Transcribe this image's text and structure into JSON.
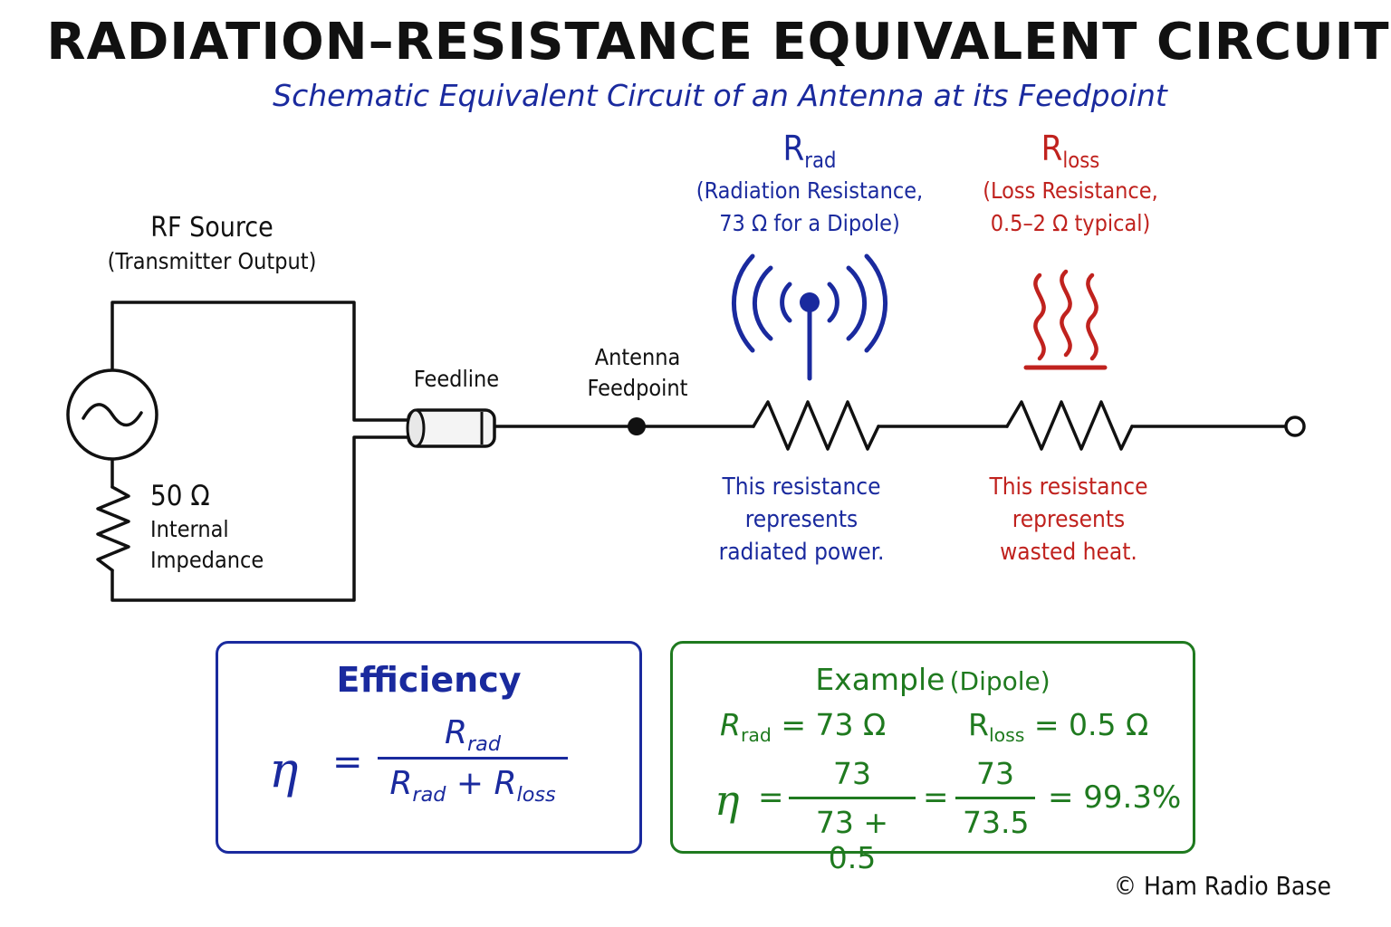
{
  "title": "RADIATION–RESISTANCE EQUIVALENT CIRCUIT",
  "subtitle": "Schematic Equivalent Circuit of an Antenna at its Feedpoint",
  "colors": {
    "blue": "#1a2a9e",
    "red": "#c0221e",
    "green": "#1f7a1f",
    "black": "#111111"
  },
  "source": {
    "title": "RF Source",
    "subtitle": "(Transmitter Output)",
    "impedance_value": "50 Ω",
    "impedance_line1": "Internal",
    "impedance_line2": "Impedance"
  },
  "feedline_label": "Feedline",
  "feedpoint_line1": "Antenna",
  "feedpoint_line2": "Feedpoint",
  "rrad": {
    "symbol": "R",
    "subscript": "rad",
    "line1": "(Radiation Resistance,",
    "line2": "73 Ω for a Dipole)",
    "desc1": "This resistance",
    "desc2": "represents",
    "desc3": "radiated power."
  },
  "rloss": {
    "symbol": "R",
    "subscript": "loss",
    "line1": "(Loss Resistance,",
    "line2": "0.5–2 Ω typical)",
    "desc1": "This resistance",
    "desc2": "represents",
    "desc3": "wasted heat."
  },
  "efficiency": {
    "title": "Efficiency",
    "eta": "η",
    "equals": "=",
    "num_sym": "R",
    "num_sub": "rad",
    "den_sym1": "R",
    "den_sub1": "rad",
    "plus": "+",
    "den_sym2": "R",
    "den_sub2": "loss"
  },
  "example": {
    "title": "Example",
    "title_paren": "(Dipole)",
    "rrad_sym": "R",
    "rrad_sub": "rad",
    "rrad_value": "= 73 Ω",
    "rloss_sym": "R",
    "rloss_sub": "loss",
    "rloss_value": "= 0.5 Ω",
    "eta": "η",
    "eq1": "=",
    "frac1_num": "73",
    "frac1_den": "73 + 0.5",
    "eq2": "=",
    "frac2_num": "73",
    "frac2_den": "73.5",
    "result": "= 99.3%"
  },
  "copyright": "© Ham Radio Base"
}
